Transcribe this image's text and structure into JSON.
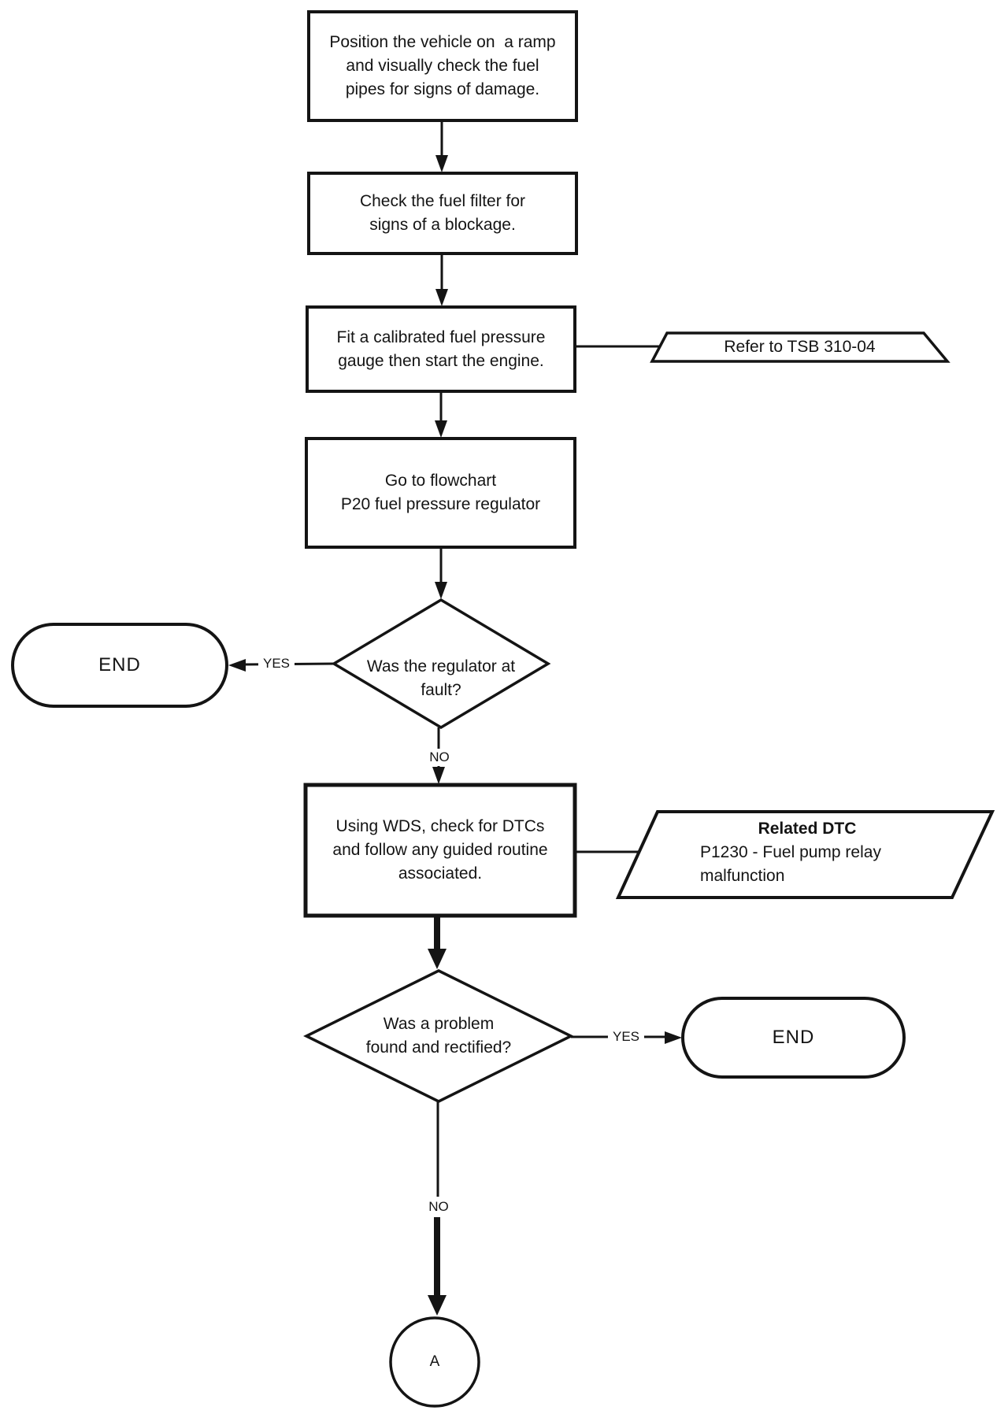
{
  "nodes": {
    "box1": {
      "text": "Position the vehicle on  a ramp\nand visually check the fuel\npipes for signs of damage."
    },
    "box2": {
      "text": "Check the fuel filter for\nsigns of a blockage."
    },
    "box3": {
      "text": "Fit a calibrated fuel pressure\ngauge then start the engine."
    },
    "box4": {
      "text": "Go to flowchart\nP20 fuel pressure regulator"
    },
    "box5": {
      "text": "Using WDS, check for DTCs\nand follow any guided routine\nassociated."
    },
    "diamond1": {
      "text": "Was the regulator at\nfault?"
    },
    "diamond2": {
      "text": "Was a problem\nfound and rectified?"
    },
    "end1": {
      "text": "END"
    },
    "end2": {
      "text": "END"
    },
    "tsb": {
      "text": "Refer to TSB 310-04"
    },
    "dtc": {
      "title": "Related DTC",
      "body": "P1230 - Fuel pump relay\nmalfunction"
    },
    "offpage": {
      "text": "A"
    }
  },
  "edge_labels": {
    "yes1": "YES",
    "no1": "NO",
    "yes2": "YES",
    "no2": "NO"
  },
  "colors": {
    "stroke": "#141414",
    "background": "#ffffff"
  }
}
